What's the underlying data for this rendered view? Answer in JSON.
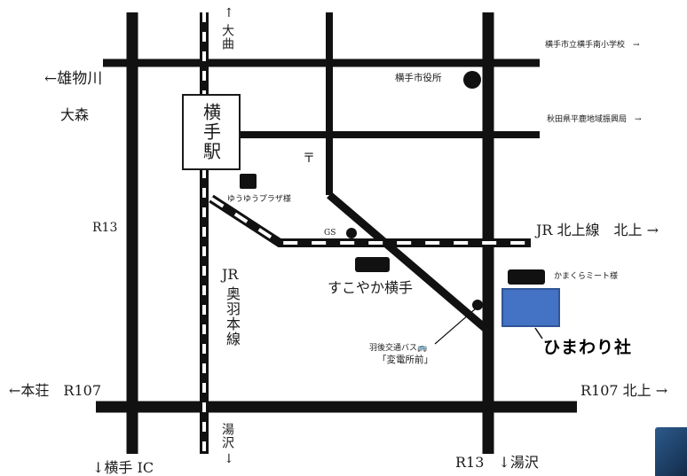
{
  "colors": {
    "road": "#111111",
    "destination": "#4472c4",
    "destination_border": "#2f5597"
  },
  "north": {
    "arrow": "↑",
    "city": "大曲"
  },
  "south_rail": {
    "city": "湯沢",
    "arrow": "↓"
  },
  "station": {
    "name": "横手駅"
  },
  "labels": {
    "omonogawa": "←雄物川",
    "omori": "大森",
    "r13_left": "R13",
    "honjo": "←本荘　R107",
    "yokote_ic": "↓横手 IC",
    "r13_bottom": "R13　↓湯沢",
    "r107_right": "R107 北上 →",
    "jr_kitakami": "JR 北上線　北上 →",
    "jr_ou_jr": "JR",
    "jr_ou_name": "奥羽本線",
    "post_office": "〒",
    "gs": "GS"
  },
  "landmarks": {
    "school": "横手市立横手南小学校　→",
    "city_office": "横手市役所",
    "regional_office": "秋田県平鹿地域振興局　→",
    "yuyu_plaza": "ゆうゆうプラザ様",
    "sukoyaka": "すこやか横手",
    "kamakura_meat": "かまくらミート様",
    "bus_company": "羽後交通バス🚌",
    "bus_stop": "「変電所前」",
    "destination": "ひまわり社"
  }
}
